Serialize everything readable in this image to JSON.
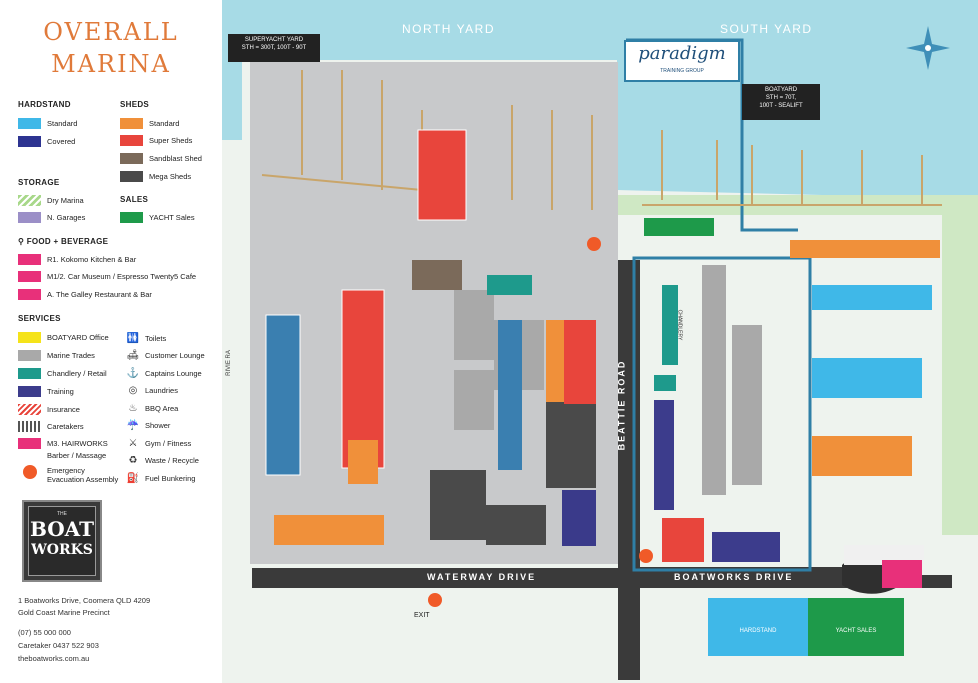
{
  "title": {
    "line1": "OVERALL",
    "line2": "MARINA"
  },
  "legend": {
    "hardstand": {
      "heading": "HARDSTAND",
      "items": [
        {
          "label": "Standard",
          "color": "#3fb8e8"
        },
        {
          "label": "Covered",
          "color": "#2d3491"
        }
      ]
    },
    "sheds": {
      "heading": "SHEDS",
      "items": [
        {
          "label": "Standard",
          "color": "#f0903a"
        },
        {
          "label": "Super Sheds",
          "color": "#e8453c"
        },
        {
          "label": "Sandblast Shed",
          "color": "#7b6a5a"
        },
        {
          "label": "Mega Sheds",
          "color": "#4a4a4a"
        }
      ]
    },
    "storage": {
      "heading": "STORAGE",
      "items": [
        {
          "label": "Dry Marina",
          "color": "#a8d88a"
        },
        {
          "label": "N. Garages",
          "color": "#9b8fc7"
        }
      ]
    },
    "sales": {
      "heading": "SALES",
      "items": [
        {
          "label": "YACHT Sales",
          "color": "#1e9a4a"
        }
      ]
    },
    "food": {
      "heading": "FOOD + BEVERAGE",
      "items": [
        {
          "label": "R1. Kokomo   Kitchen & Bar",
          "color": "#e8307a"
        },
        {
          "label": "M1/2. Car Museum / Espresso Twenty5 Cafe",
          "color": "#e8307a"
        },
        {
          "label": "A. The Galley Restaurant & Bar",
          "color": "#e8307a"
        }
      ]
    },
    "services": {
      "heading": "SERVICES",
      "items": [
        {
          "label": "BOATYARD   Office",
          "color": "#f5e31a"
        },
        {
          "label": "Marine Trades",
          "color": "#a9a9a9"
        },
        {
          "label": "Chandlery / Retail",
          "color": "#1e9a8c"
        },
        {
          "label": "Training",
          "color": "#3c3c8c"
        },
        {
          "label": "Insurance",
          "color": "#e8453c"
        },
        {
          "label": "Caretakers",
          "color": "#555555"
        },
        {
          "label": "M3. HAIRWORKS",
          "color": "#e8307a"
        },
        {
          "label": "Emergency",
          "color": "#f05a28"
        }
      ],
      "sub": {
        "hairworks2": "Barber / Massage",
        "emergency2": "Evacuation Assembly"
      },
      "icons": [
        {
          "label": "Toilets",
          "icon": "toilets-icon",
          "glyph": "🚻"
        },
        {
          "label": "Customer Lounge",
          "icon": "lounge-icon",
          "glyph": "🛋"
        },
        {
          "label": "Captains Lounge",
          "icon": "captain-icon",
          "glyph": "⚓"
        },
        {
          "label": "Laundries",
          "icon": "laundry-icon",
          "glyph": "◎"
        },
        {
          "label": "BBQ Area",
          "icon": "bbq-icon",
          "glyph": "♨"
        },
        {
          "label": "Shower",
          "icon": "shower-icon",
          "glyph": "☔"
        },
        {
          "label": "Gym / Fitness",
          "icon": "gym-icon",
          "glyph": "⚔"
        },
        {
          "label": "Waste / Recycle",
          "icon": "recycle-icon",
          "glyph": "♻"
        },
        {
          "label": "Fuel Bunkering",
          "icon": "fuel-icon",
          "glyph": "⛽"
        }
      ]
    }
  },
  "logo": {
    "line1": "THE",
    "line2": "BOAT",
    "line3": "WORKS"
  },
  "contact": {
    "address": "1 Boatworks Drive, Coomera QLD 4209",
    "precinct": "Gold Coast Marine Precinct",
    "phone": "(07) 55 000 000",
    "caretaker": "Caretaker  0437 522 903",
    "web": "theboatworks.com.au"
  },
  "map": {
    "north_yard": "NORTH YARD",
    "south_yard": "SOUTH YARD",
    "superyacht": {
      "line1": "SUPERYACHT YARD",
      "line2": "STH = 300T, 100T - 90T"
    },
    "boatyard": {
      "line1": "BOATYARD",
      "line2": "STH = 70T,",
      "line3": "100T - SEALIFT"
    },
    "paradigm": {
      "name": "paradigm",
      "sub": "TRAINING GROUP"
    },
    "roads": {
      "waterway": "WATERWAY DRIVE",
      "boatworks": "BOATWORKS DRIVE",
      "beattie": "BEATTIE ROAD",
      "rivie": "RIVIE RA"
    },
    "exit": "EXIT",
    "labels": {
      "hardstand": "HARDSTAND",
      "yacht_sales": "YACHT SALES",
      "chandlery": "CHANDLERY"
    }
  }
}
